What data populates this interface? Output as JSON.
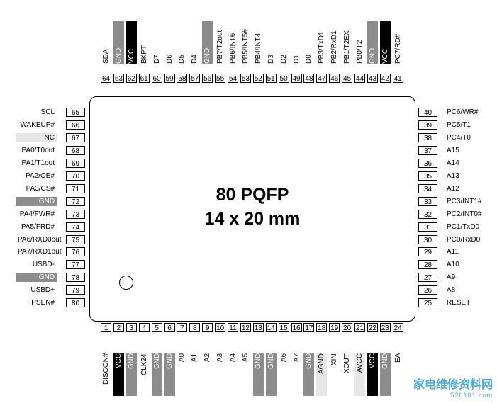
{
  "package": {
    "title": "80 PQFP",
    "size": "14 x 20 mm"
  },
  "colors": {
    "black": "#000000",
    "gray": "#8c8c8c",
    "light": "#e6e6e6"
  },
  "top_pins": [
    {
      "n": "64",
      "label": "SDA",
      "hl": ""
    },
    {
      "n": "63",
      "label": "GND",
      "hl": "gray"
    },
    {
      "n": "62",
      "label": "VCC",
      "hl": "black"
    },
    {
      "n": "61",
      "label": "BKPT",
      "hl": ""
    },
    {
      "n": "60",
      "label": "D7",
      "hl": ""
    },
    {
      "n": "59",
      "label": "D6",
      "hl": ""
    },
    {
      "n": "58",
      "label": "D5",
      "hl": ""
    },
    {
      "n": "57",
      "label": "D4",
      "hl": ""
    },
    {
      "n": "56",
      "label": "GND",
      "hl": "gray"
    },
    {
      "n": "55",
      "label": "PB7/T2out",
      "hl": ""
    },
    {
      "n": "54",
      "label": "PB6/INT6",
      "hl": ""
    },
    {
      "n": "53",
      "label": "PB5/INT5#",
      "hl": ""
    },
    {
      "n": "52",
      "label": "PB4/INT4",
      "hl": ""
    },
    {
      "n": "51",
      "label": "D3",
      "hl": ""
    },
    {
      "n": "50",
      "label": "D2",
      "hl": ""
    },
    {
      "n": "49",
      "label": "D1",
      "hl": ""
    },
    {
      "n": "48",
      "label": "D0",
      "hl": ""
    },
    {
      "n": "47",
      "label": "PB3/TxD1",
      "hl": ""
    },
    {
      "n": "46",
      "label": "PB2/RxD1",
      "hl": ""
    },
    {
      "n": "45",
      "label": "PB1/T2EX",
      "hl": ""
    },
    {
      "n": "44",
      "label": "PB0/T2",
      "hl": ""
    },
    {
      "n": "43",
      "label": "GND",
      "hl": "gray"
    },
    {
      "n": "42",
      "label": "VCC",
      "hl": "black"
    },
    {
      "n": "41",
      "label": "PC7/RD#",
      "hl": ""
    }
  ],
  "bottom_pins": [
    {
      "n": "1",
      "label": "DISCON#",
      "hl": ""
    },
    {
      "n": "2",
      "label": "VCC",
      "hl": "black"
    },
    {
      "n": "3",
      "label": "GND",
      "hl": "gray"
    },
    {
      "n": "4",
      "label": "CLK24",
      "hl": ""
    },
    {
      "n": "5",
      "label": "GND",
      "hl": "gray"
    },
    {
      "n": "6",
      "label": "GND",
      "hl": "gray"
    },
    {
      "n": "7",
      "label": "A0",
      "hl": ""
    },
    {
      "n": "8",
      "label": "A1",
      "hl": ""
    },
    {
      "n": "9",
      "label": "A2",
      "hl": ""
    },
    {
      "n": "10",
      "label": "A3",
      "hl": ""
    },
    {
      "n": "11",
      "label": "A4",
      "hl": ""
    },
    {
      "n": "12",
      "label": "A5",
      "hl": ""
    },
    {
      "n": "13",
      "label": "GND",
      "hl": "gray"
    },
    {
      "n": "14",
      "label": "GND",
      "hl": "gray"
    },
    {
      "n": "15",
      "label": "A6",
      "hl": ""
    },
    {
      "n": "16",
      "label": "A7",
      "hl": ""
    },
    {
      "n": "17",
      "label": "GND",
      "hl": "gray"
    },
    {
      "n": "18",
      "label": "AGND",
      "hl": "light"
    },
    {
      "n": "19",
      "label": "XIN",
      "hl": ""
    },
    {
      "n": "20",
      "label": "XOUT",
      "hl": ""
    },
    {
      "n": "21",
      "label": "AVCC",
      "hl": "light"
    },
    {
      "n": "22",
      "label": "VCC",
      "hl": "black"
    },
    {
      "n": "23",
      "label": "GND",
      "hl": "gray"
    },
    {
      "n": "24",
      "label": "EA",
      "hl": ""
    }
  ],
  "left_pins": [
    {
      "n": "65",
      "label": "SCL",
      "hl": ""
    },
    {
      "n": "66",
      "label": "WAKEUP#",
      "hl": ""
    },
    {
      "n": "67",
      "label": "NC",
      "hl": "light"
    },
    {
      "n": "68",
      "label": "PA0/T0out",
      "hl": ""
    },
    {
      "n": "69",
      "label": "PA1/T1out",
      "hl": ""
    },
    {
      "n": "70",
      "label": "PA2/OE#",
      "hl": ""
    },
    {
      "n": "71",
      "label": "PA3/CS#",
      "hl": ""
    },
    {
      "n": "72",
      "label": "GND",
      "hl": "gray"
    },
    {
      "n": "73",
      "label": "PA4/FWR#",
      "hl": ""
    },
    {
      "n": "74",
      "label": "PA5/FRD#",
      "hl": ""
    },
    {
      "n": "75",
      "label": "PA6/RXD0out",
      "hl": ""
    },
    {
      "n": "76",
      "label": "PA7/RXD1out",
      "hl": ""
    },
    {
      "n": "77",
      "label": "USBD-",
      "hl": ""
    },
    {
      "n": "78",
      "label": "GND",
      "hl": "gray"
    },
    {
      "n": "79",
      "label": "USBD+",
      "hl": ""
    },
    {
      "n": "80",
      "label": "PSEN#",
      "hl": ""
    }
  ],
  "right_pins": [
    {
      "n": "40",
      "label": "PC6/WR#",
      "hl": ""
    },
    {
      "n": "39",
      "label": "PC5/T1",
      "hl": ""
    },
    {
      "n": "38",
      "label": "PC4/T0",
      "hl": ""
    },
    {
      "n": "37",
      "label": "A15",
      "hl": ""
    },
    {
      "n": "36",
      "label": "A14",
      "hl": ""
    },
    {
      "n": "35",
      "label": "A13",
      "hl": ""
    },
    {
      "n": "34",
      "label": "A12",
      "hl": ""
    },
    {
      "n": "33",
      "label": "PC3/INT1#",
      "hl": ""
    },
    {
      "n": "32",
      "label": "PC2/INT0#",
      "hl": ""
    },
    {
      "n": "31",
      "label": "PC1/TxD0",
      "hl": ""
    },
    {
      "n": "30",
      "label": "PC0/RxD0",
      "hl": ""
    },
    {
      "n": "29",
      "label": "A11",
      "hl": ""
    },
    {
      "n": "28",
      "label": "A10",
      "hl": ""
    },
    {
      "n": "27",
      "label": "A9",
      "hl": ""
    },
    {
      "n": "26",
      "label": "A8",
      "hl": ""
    },
    {
      "n": "25",
      "label": "RESET",
      "hl": ""
    }
  ],
  "watermark": {
    "text": "家电维修资料网",
    "url": "520101.com"
  }
}
